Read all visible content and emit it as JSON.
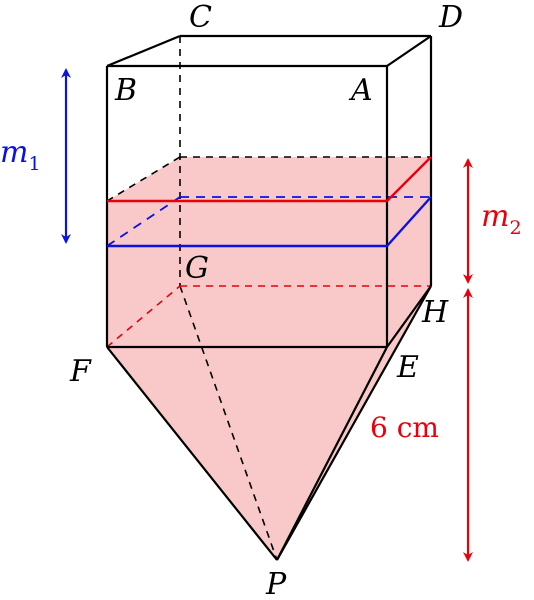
{
  "vertices": {
    "a": "A",
    "b": "B",
    "c": "C",
    "d": "D",
    "e": "E",
    "f": "F",
    "g": "G",
    "h": "H",
    "p": "P"
  },
  "annotations": {
    "m1_symbol": "m",
    "m1_subscript": "1",
    "m2_symbol": "m",
    "m2_subscript": "2",
    "height_label": "6 cm"
  },
  "colors": {
    "fill": "#f9c9c9",
    "edge": "#000000",
    "red": "#e8000b",
    "blue": "#0a12e0"
  }
}
